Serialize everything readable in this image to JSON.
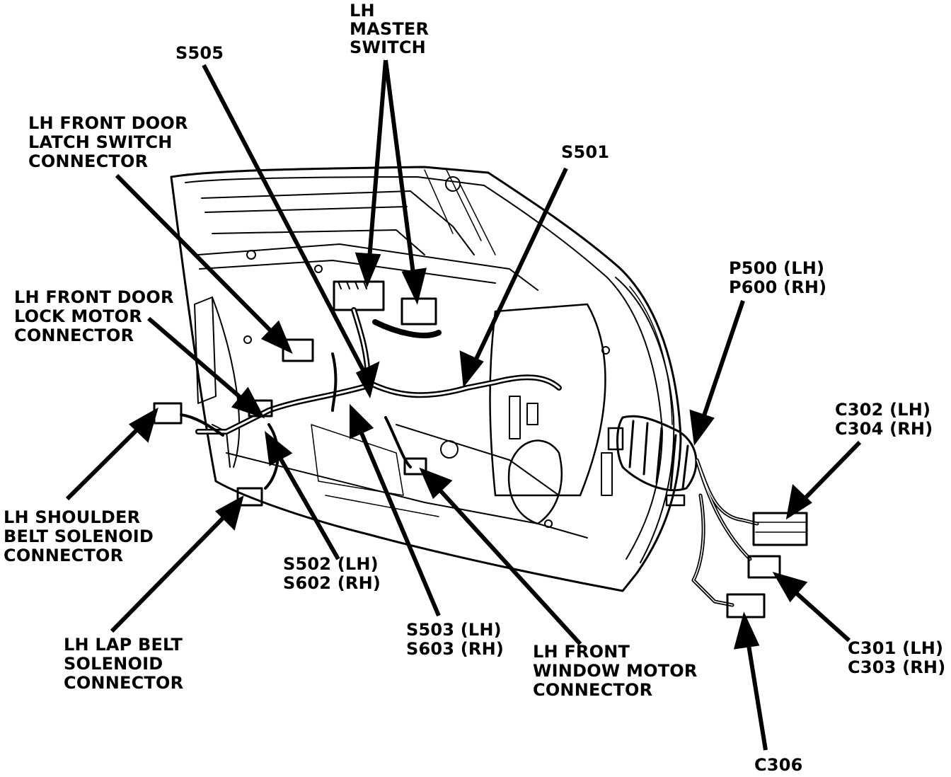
{
  "colors": {
    "ink": "#000000",
    "paper": "#ffffff"
  },
  "labels": {
    "s505": [
      "S505"
    ],
    "master_switch": [
      "LH",
      "MASTER",
      "SWITCH"
    ],
    "latch_switch": [
      "LH FRONT DOOR",
      "LATCH SWITCH",
      "CONNECTOR"
    ],
    "s501": [
      "S501"
    ],
    "p500": [
      "P500 (LH)",
      "P600 (RH)"
    ],
    "lock_motor": [
      "LH FRONT DOOR",
      "LOCK MOTOR",
      "CONNECTOR"
    ],
    "c302": [
      "C302 (LH)",
      "C304 (RH)"
    ],
    "shoulder_belt": [
      "LH SHOULDER",
      "BELT SOLENOID",
      "CONNECTOR"
    ],
    "s502": [
      "S502 (LH)",
      "S602 (RH)"
    ],
    "lap_belt": [
      "LH LAP BELT",
      "SOLENOID",
      "CONNECTOR"
    ],
    "s503": [
      "S503 (LH)",
      "S603 (RH)"
    ],
    "window_motor": [
      "LH FRONT",
      "WINDOW MOTOR",
      "CONNECTOR"
    ],
    "c301": [
      "C301 (LH)",
      "C303 (RH)"
    ],
    "c306": [
      "C306"
    ]
  }
}
